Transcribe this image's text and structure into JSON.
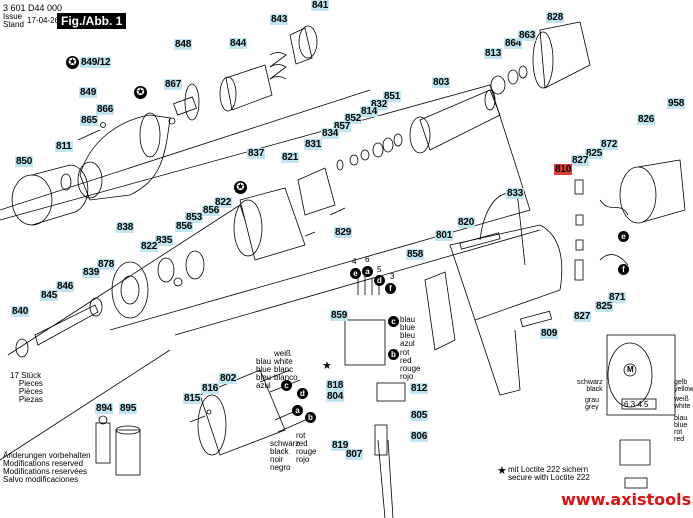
{
  "header": {
    "doc_number": "3 601 D44 000",
    "issue_label_1": "Issue",
    "issue_label_2": "Stand",
    "issue_date": "17-04-26",
    "figure": "Fig./Abb. 1",
    "star_ref": "849/12"
  },
  "part_labels": [
    {
      "id": "841"
    },
    {
      "id": "843"
    },
    {
      "id": "844"
    },
    {
      "id": "848"
    },
    {
      "id": "867"
    },
    {
      "id": "849"
    },
    {
      "id": "866"
    },
    {
      "id": "865"
    },
    {
      "id": "811"
    },
    {
      "id": "850"
    },
    {
      "id": "828"
    },
    {
      "id": "864"
    },
    {
      "id": "863"
    },
    {
      "id": "813"
    },
    {
      "id": "803"
    },
    {
      "id": "851"
    },
    {
      "id": "832"
    },
    {
      "id": "814"
    },
    {
      "id": "852"
    },
    {
      "id": "857"
    },
    {
      "id": "834"
    },
    {
      "id": "831"
    },
    {
      "id": "958"
    },
    {
      "id": "826"
    },
    {
      "id": "837"
    },
    {
      "id": "821"
    },
    {
      "id": "822"
    },
    {
      "id": "856"
    },
    {
      "id": "853"
    },
    {
      "id": "829"
    },
    {
      "id": "838"
    },
    {
      "id": "835"
    },
    {
      "id": "878"
    },
    {
      "id": "839"
    },
    {
      "id": "846"
    },
    {
      "id": "845"
    },
    {
      "id": "840"
    },
    {
      "id": "833"
    },
    {
      "id": "820"
    },
    {
      "id": "801"
    },
    {
      "id": "858"
    },
    {
      "id": "872"
    },
    {
      "id": "825"
    },
    {
      "id": "827"
    },
    {
      "id": "810"
    },
    {
      "id": "871"
    },
    {
      "id": "809"
    },
    {
      "id": "859"
    },
    {
      "id": "802"
    },
    {
      "id": "816"
    },
    {
      "id": "815"
    },
    {
      "id": "818"
    },
    {
      "id": "804"
    },
    {
      "id": "812"
    },
    {
      "id": "805"
    },
    {
      "id": "806"
    },
    {
      "id": "819"
    },
    {
      "id": "807"
    },
    {
      "id": "894"
    },
    {
      "id": "895"
    }
  ],
  "wire_markers": {
    "a": "a",
    "b": "b",
    "c": "c",
    "d": "d",
    "e": "e",
    "f": "f"
  },
  "terminal_numbers": {
    "t4": "4",
    "t6": "6",
    "t5": "5",
    "t3": "3"
  },
  "color_notes": {
    "blue": "blau\nblue\nbleu\nazul",
    "white": "weiß\nwhite\nblanc\nblanco",
    "black": "schwarz\nblack\nnoir\nnegro",
    "red": "rot\nred\nrouge\nrojo"
  },
  "schematic": {
    "black": "schwarz\nblack",
    "grey": "grau\ngrey",
    "yellow": "gelb\nyellow",
    "white": "weiß\nwhite",
    "blue": "blau\nblue",
    "red": "rot\nred",
    "terminals": "6 3 4 5",
    "motor": "M"
  },
  "pieces_note": "17 Stück\n    Pieces\n    Pièces\n    Piezas",
  "modifications": "Änderungen vorbehalten\nModifications reserved\nModifications reservées\nSalvo modificaciones",
  "loctite_note": "mit Loctite 222 sichern\nsecure with Loctite 222",
  "website": "www.axistools.ru",
  "colors": {
    "label_bg": "#bfe6f0",
    "highlight_label": "#e04030",
    "website": "#e01010"
  }
}
